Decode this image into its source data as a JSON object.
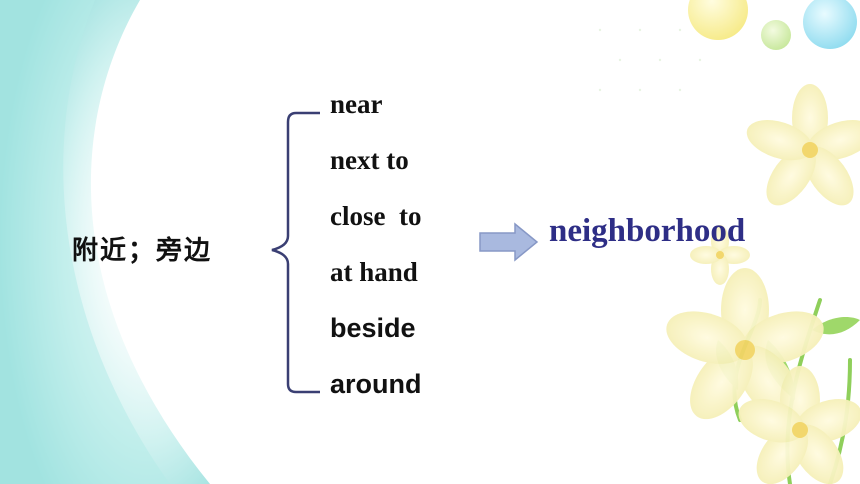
{
  "term": "附近；旁边",
  "synonyms": [
    {
      "text": "near",
      "style": "serif"
    },
    {
      "text": "next to",
      "style": "serif"
    },
    {
      "text": "close  to",
      "style": "serif"
    },
    {
      "text": "at hand",
      "style": "serif"
    },
    {
      "text": "beside",
      "style": "sans"
    },
    {
      "text": "around",
      "style": "sans"
    }
  ],
  "target": "neighborhood",
  "colors": {
    "target_text": "#2e2e86",
    "bracket": "#3a3f73",
    "arrow_fill": "#a9b9df",
    "arrow_stroke": "#8798c6",
    "teal_wave": "#9fe3e0",
    "petal": "#fbf6cc"
  }
}
